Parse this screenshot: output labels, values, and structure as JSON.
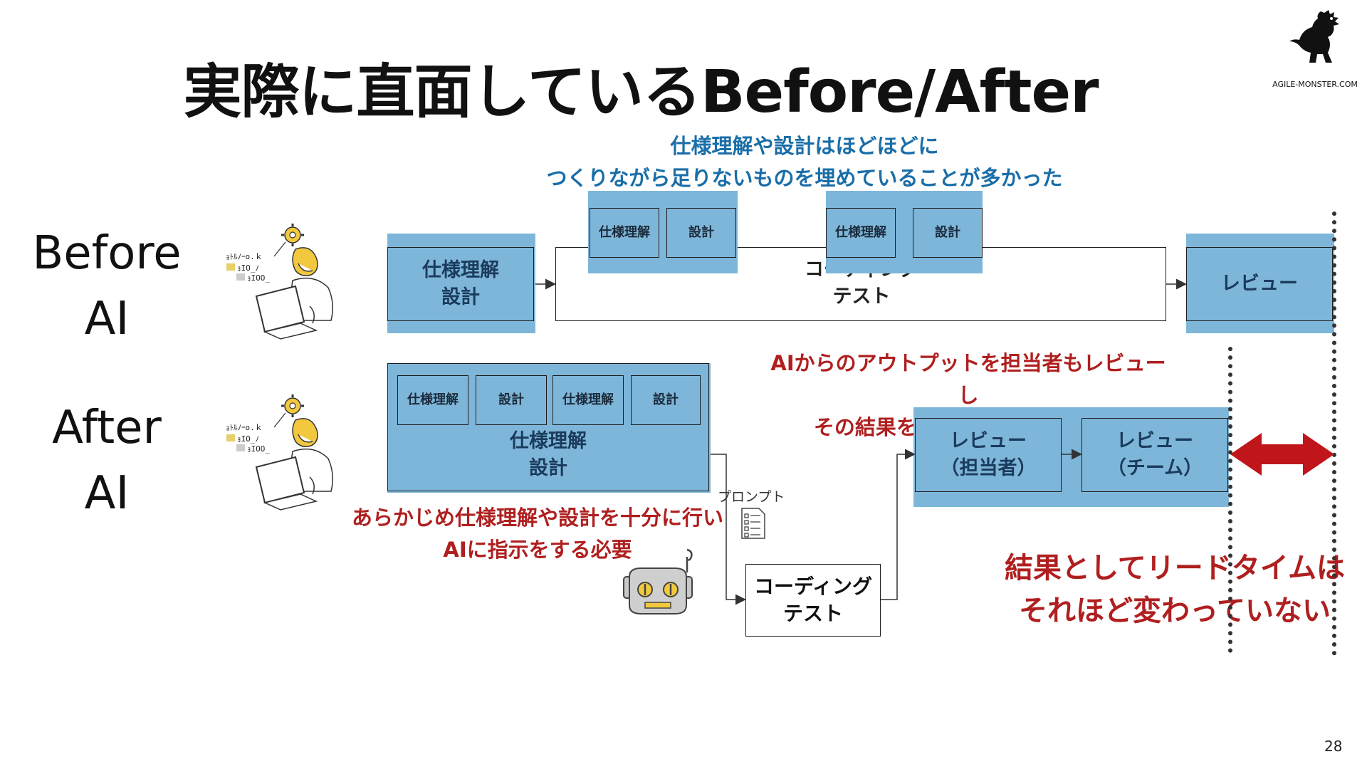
{
  "title": "実際に直面しているBefore/After",
  "logo": {
    "text": "AGILE-MONSTER.COM",
    "icon": "monster-icon"
  },
  "page_number": "28",
  "before": {
    "label_line1": "Before",
    "label_line2": "AI",
    "note_line1": "仕様理解や設計はほどほどに",
    "note_line2": "つくりながら足りないものを埋めていることが多かった",
    "spec_box_line1": "仕様理解",
    "spec_box_line2": "設計",
    "small_boxes": [
      "仕様理解",
      "設計",
      "仕様理解",
      "設計"
    ],
    "coding_line1": "コーディング",
    "coding_line2": "テスト",
    "review": "レビュー"
  },
  "after": {
    "label_line1": "After",
    "label_line2": "AI",
    "small_boxes": [
      "仕様理解",
      "設計",
      "仕様理解",
      "設計"
    ],
    "spec_box_line1": "仕様理解",
    "spec_box_line2": "設計",
    "note_left_line1": "あらかじめ仕様理解や設計を十分に行い",
    "note_left_line2": "AIに指示をする必要",
    "prompt_label": "プロンプト",
    "coding_line1": "コーディング",
    "coding_line2": "テスト",
    "note_review_line1": "AIからのアウトプットを担当者もレビューし",
    "note_review_line2": "その結果をチームでレビューする",
    "review_owner_line1": "レビュー",
    "review_owner_line2": "（担当者）",
    "review_team_line1": "レビュー",
    "review_team_line2": "（チーム）",
    "conclusion_line1": "結果としてリードタイムは",
    "conclusion_line2": "それほど変わっていない"
  },
  "colors": {
    "band_blue": "#7eb6d9",
    "note_blue": "#1a6ea8",
    "note_red": "#b01f1f",
    "arrow_red": "#c0161b"
  }
}
